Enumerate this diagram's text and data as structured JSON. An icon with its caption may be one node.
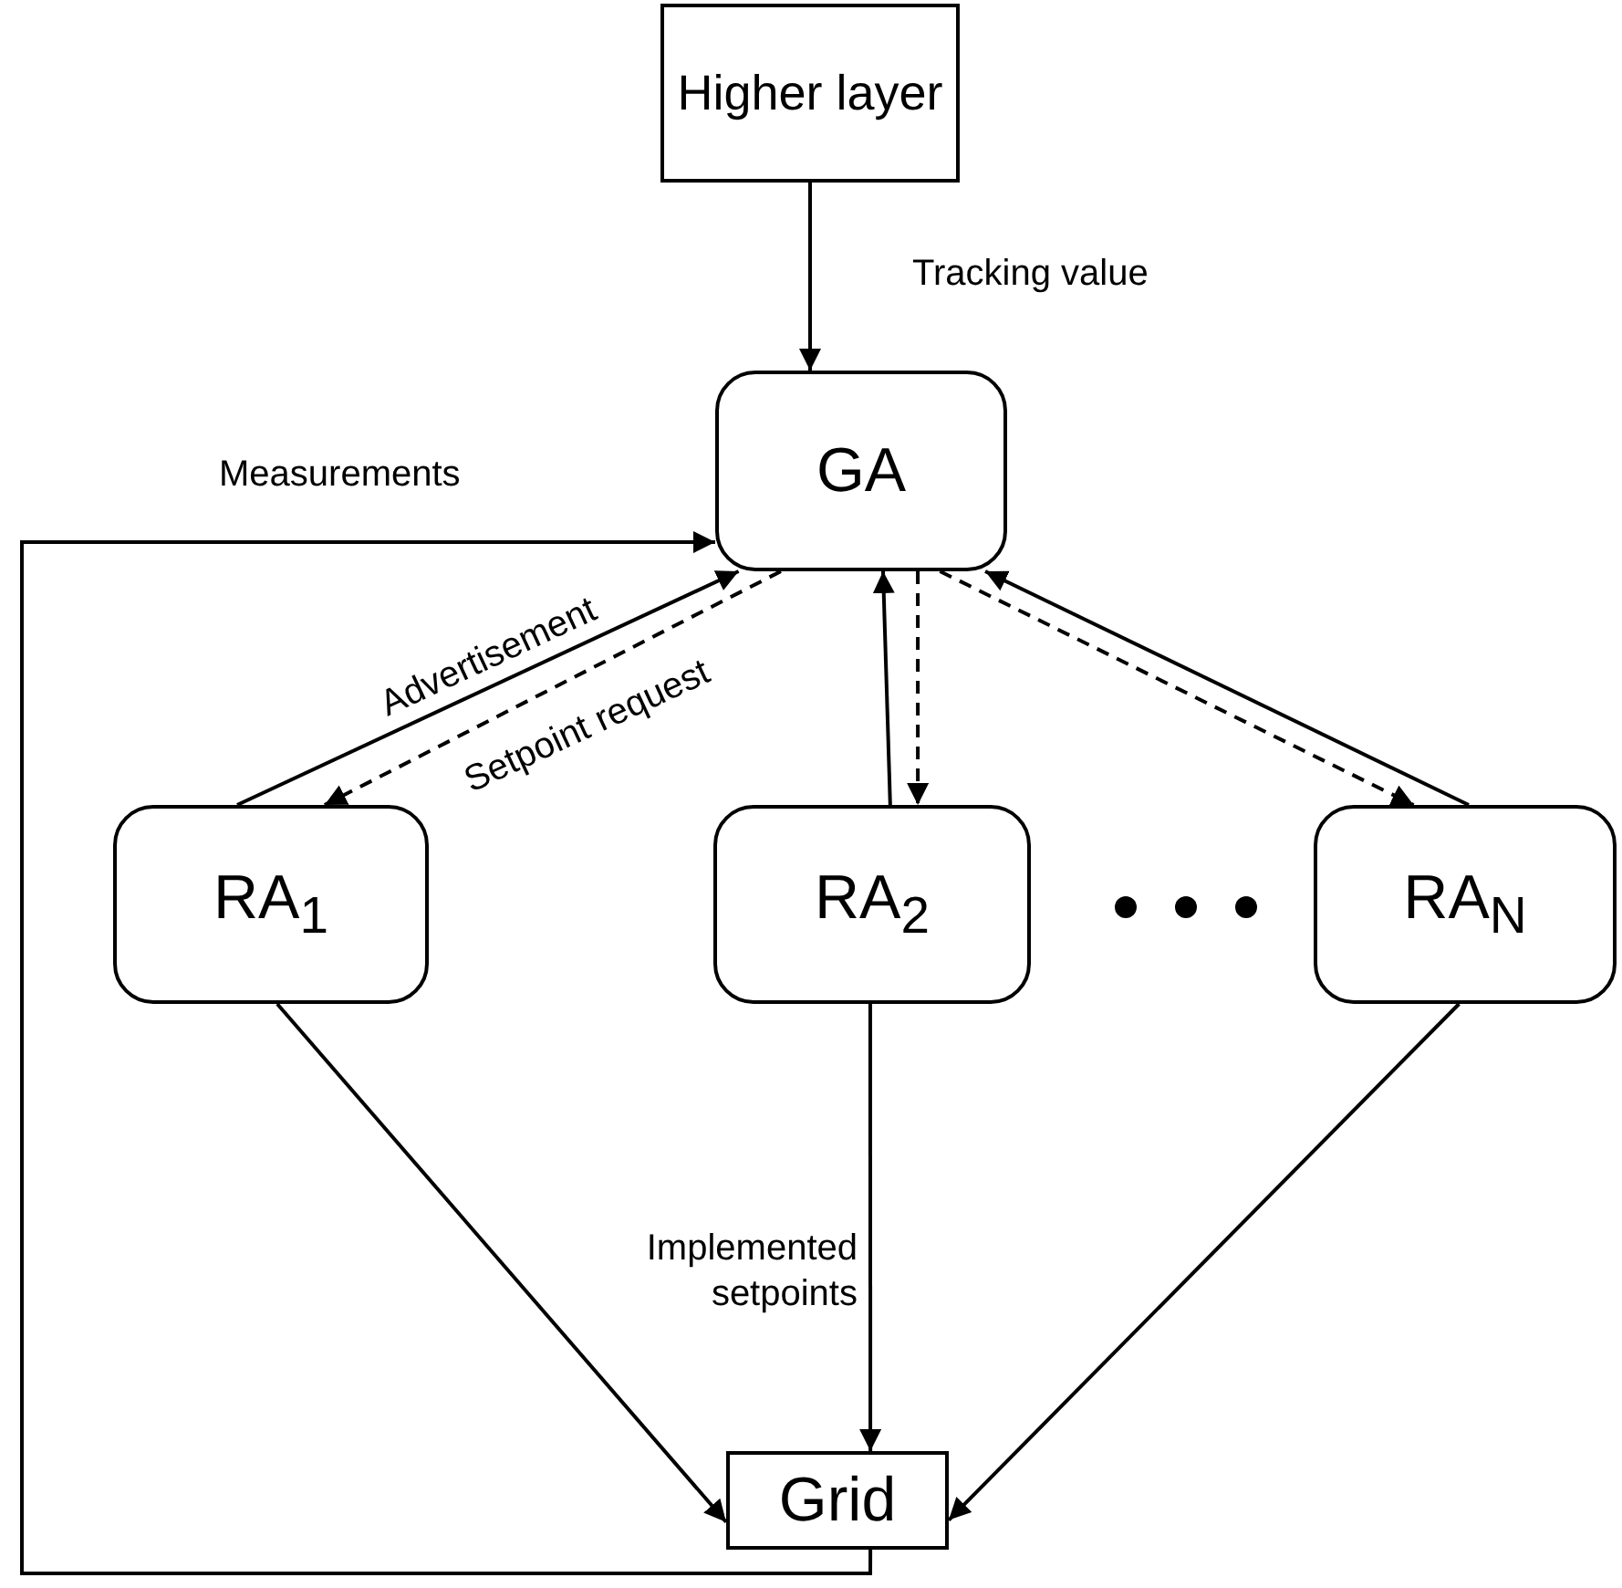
{
  "diagram": {
    "nodes": [
      {
        "text": [
          "Higher layer"
        ]
      },
      {
        "text": [
          "GA"
        ]
      },
      {
        "text": [
          "RA$_{1}$"
        ]
      },
      {
        "text": [
          "RA$_{2}$"
        ]
      },
      {
        "text": [
          "RA$_{N}$"
        ]
      },
      {
        "text": [
          "Grid"
        ]
      }
    ],
    "edges": [
      {
        "from": 0,
        "to": 1,
        "arrow": "to",
        "label": "Tracking value"
      },
      {
        "from": 5,
        "to": 1,
        "arrow": "to",
        "label": "Measurements"
      },
      {
        "from": 2,
        "to": 1,
        "arrow": "to",
        "label": "Advertisement"
      },
      {
        "from": 1,
        "to": 2,
        "arrow": "to",
        "style": "dashed",
        "label": "Setpoint request"
      },
      {
        "from": 3,
        "to": 1,
        "arrow": "to"
      },
      {
        "from": 1,
        "to": 3,
        "arrow": "to",
        "style": "dashed"
      },
      {
        "from": 1,
        "to": 4,
        "arrow": "to",
        "style": "dashed"
      },
      {
        "from": 4,
        "to": 1,
        "arrow": "to"
      },
      {
        "from": 2,
        "to": 5,
        "arrow": "to"
      },
      {
        "from": 3,
        "to": 5,
        "arrow": "to",
        "label": "Implemented setpoints"
      },
      {
        "from": 4,
        "to": 5,
        "arrow": "to"
      }
    ]
  }
}
